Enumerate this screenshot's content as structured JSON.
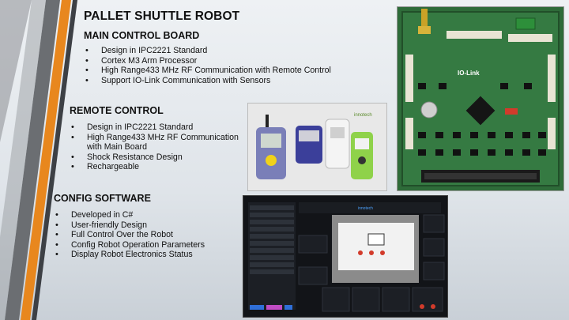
{
  "title": "PALLET SHUTTLE ROBOT",
  "sections": {
    "main_board": {
      "heading": "MAIN CONTROL BOARD",
      "items": [
        "Design in IPC2221 Standard",
        "Cortex M3 Arm Processor",
        "High Range433 MHz RF Communication with Remote Control",
        "Support IO-Link Communication with Sensors"
      ]
    },
    "remote": {
      "heading": "REMOTE CONTROL",
      "items": [
        "Design in IPC2221 Standard",
        "High Range433 MHz RF Communication with Main Board",
        "Shock Resistance Design",
        "Rechargeable"
      ]
    },
    "software": {
      "heading": "CONFIG SOFTWARE",
      "items": [
        "Developed in C#",
        "User-friendly Design",
        "Full Control Over the Robot",
        "Config Robot Operation Parameters",
        "Display Robot Electronics Status"
      ]
    }
  },
  "images": {
    "board_label": "IO-Link",
    "remote_brand": "innotech",
    "software_brand": "innotech"
  },
  "colors": {
    "accent_orange": "#e8871e",
    "stripe_gray": "#6b6e72",
    "stripe_dark": "#3d4045"
  }
}
